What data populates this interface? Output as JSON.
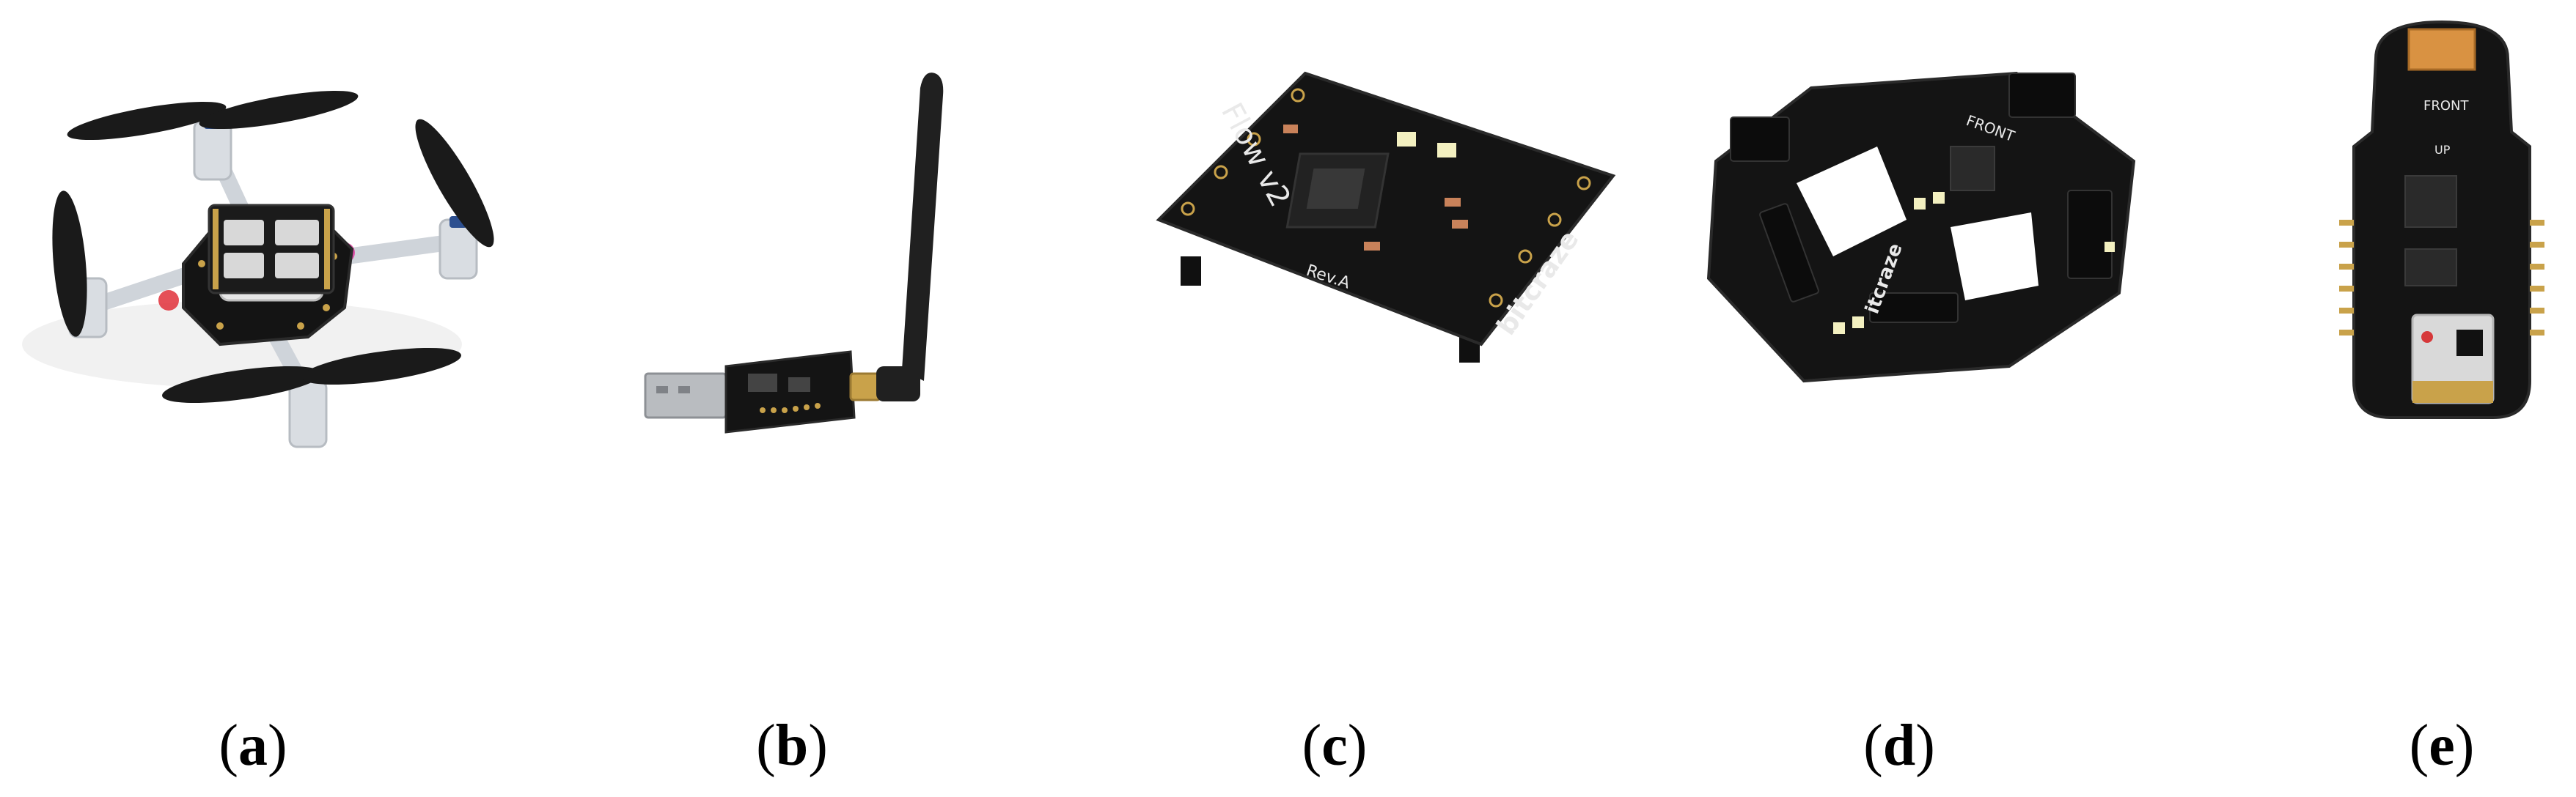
{
  "figure": {
    "panels": [
      {
        "id": "a",
        "caption_open": "(",
        "caption_letter": "a",
        "caption_close": ")",
        "subject": "drone-photo"
      },
      {
        "id": "b",
        "caption_open": "(",
        "caption_letter": "b",
        "caption_close": ")",
        "subject": "usb-radio-dongle-photo"
      },
      {
        "id": "c",
        "caption_open": "(",
        "caption_letter": "c",
        "caption_close": ")",
        "subject": "flow-deck-photo"
      },
      {
        "id": "d",
        "caption_open": "(",
        "caption_letter": "d",
        "caption_close": ")",
        "subject": "expansion-deck-photo"
      },
      {
        "id": "e",
        "caption_open": "(",
        "caption_letter": "e",
        "caption_close": ")",
        "subject": "ai-deck-photo"
      }
    ],
    "board_labels": {
      "flow_name": "Flow v2",
      "flow_brand": "bitcraze",
      "flow_rev": "Rev.A",
      "deck_front": "FRONT",
      "deck_brand": "itcraze",
      "ai_front": "FRONT",
      "ai_up": "UP"
    },
    "colors": {
      "pcb": "#141414",
      "pcb_edge": "#2a2a2a",
      "propeller": "#1a1a1a",
      "motor_mount": "#d9dde2",
      "gold": "#c9a24a",
      "led": "#f3f0c0",
      "usb_metal": "#b9bcc0",
      "antenna": "#202020",
      "battery": "#e6e6e6"
    }
  }
}
